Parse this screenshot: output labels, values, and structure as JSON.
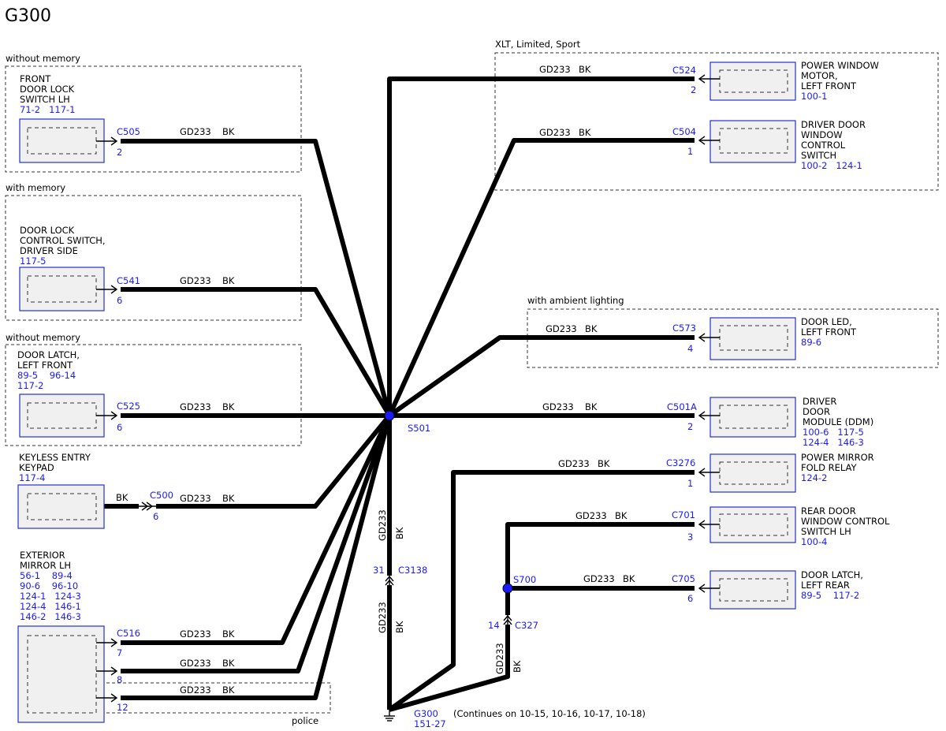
{
  "title": "G300",
  "options": {
    "without_memory_1": "without memory",
    "with_memory": "with memory",
    "without_memory_2": "without memory",
    "xlt": "XLT, Limited, Sport",
    "ambient": "with ambient lighting",
    "police": "police"
  },
  "components": {
    "front_door_lock_switch": {
      "name": [
        "FRONT",
        "DOOR LOCK",
        "SWITCH LH"
      ],
      "refs": [
        "71-2   117-1"
      ]
    },
    "door_lock_control_switch": {
      "name": [
        "DOOR LOCK",
        "CONTROL SWITCH,",
        "DRIVER SIDE"
      ],
      "refs": [
        "117-5"
      ]
    },
    "door_latch_left_front": {
      "name": [
        "DOOR LATCH,",
        "LEFT FRONT"
      ],
      "refs": [
        "89-5    96-14",
        "117-2"
      ]
    },
    "keyless_entry_keypad": {
      "name": [
        "KEYLESS ENTRY",
        "KEYPAD"
      ],
      "refs": [
        "117-4"
      ]
    },
    "exterior_mirror_lh": {
      "name": [
        "EXTERIOR",
        "MIRROR LH"
      ],
      "refs": [
        "56-1    89-4",
        "90-6    96-10",
        "124-1   124-3",
        "124-4   146-1",
        "146-2   146-3"
      ]
    },
    "power_window_motor": {
      "name": [
        "POWER WINDOW",
        "MOTOR,",
        "LEFT FRONT"
      ],
      "refs": [
        "100-1"
      ]
    },
    "driver_door_window_switch": {
      "name": [
        "DRIVER DOOR",
        "WINDOW",
        "CONTROL",
        "SWITCH"
      ],
      "refs": [
        "100-2   124-1"
      ]
    },
    "door_led_left_front": {
      "name": [
        "DOOR LED,",
        "LEFT FRONT"
      ],
      "refs": [
        "89-6"
      ]
    },
    "driver_door_module": {
      "name": [
        "DRIVER",
        "DOOR",
        "MODULE (DDM)"
      ],
      "refs": [
        "100-6   117-5",
        "124-4   146-3"
      ]
    },
    "power_mirror_fold_relay": {
      "name": [
        "POWER MIRROR",
        "FOLD RELAY"
      ],
      "refs": [
        "124-2"
      ]
    },
    "rear_door_window_switch": {
      "name": [
        "REAR DOOR",
        "WINDOW CONTROL",
        "SWITCH LH"
      ],
      "refs": [
        "100-4"
      ]
    },
    "door_latch_left_rear": {
      "name": [
        "DOOR LATCH,",
        "LEFT REAR"
      ],
      "refs": [
        "89-5    117-2"
      ]
    }
  },
  "connectors": {
    "c505": {
      "id": "C505",
      "pin": "2"
    },
    "c541": {
      "id": "C541",
      "pin": "6"
    },
    "c525": {
      "id": "C525",
      "pin": "6"
    },
    "c500": {
      "id": "C500",
      "pin": "6"
    },
    "c516": {
      "id": "C516",
      "pins": [
        "7",
        "8",
        "12"
      ]
    },
    "c524": {
      "id": "C524",
      "pin": "2"
    },
    "c504": {
      "id": "C504",
      "pin": "1"
    },
    "c573": {
      "id": "C573",
      "pin": "4"
    },
    "c501a": {
      "id": "C501A",
      "pin": "2"
    },
    "c3276": {
      "id": "C3276",
      "pin": "1"
    },
    "c701": {
      "id": "C701",
      "pin": "3"
    },
    "c705": {
      "id": "C705",
      "pin": "6"
    },
    "c3138": {
      "id": "C3138",
      "pin": "31"
    },
    "c327": {
      "id": "C327",
      "pin": "14"
    }
  },
  "wire": {
    "circuit": "GD233",
    "color": "BK"
  },
  "splices": {
    "s501": "S501",
    "s700": "S700"
  },
  "ground": {
    "id": "G300",
    "ref": "151-27"
  },
  "continues_note": "(Continues on 10-15, 10-16, 10-17, 10-18)"
}
